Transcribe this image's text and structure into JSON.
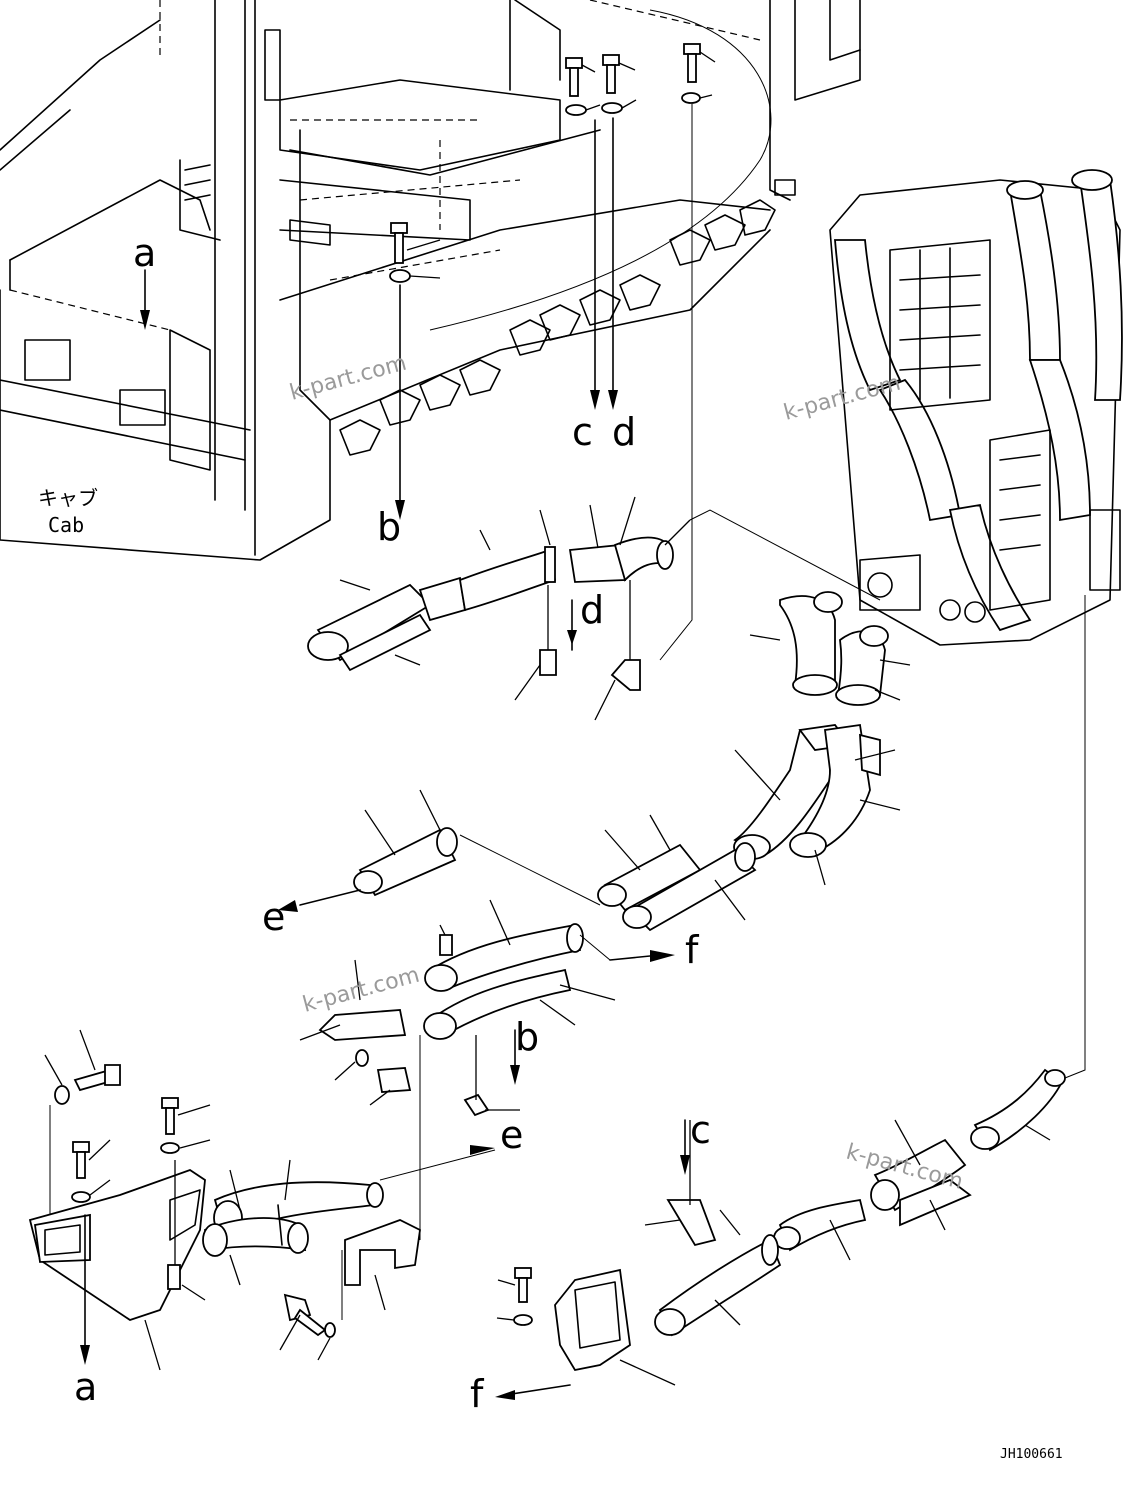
{
  "cab_label": {
    "japanese": "キャブ",
    "english": "Cab"
  },
  "callout_letters": {
    "a_top": "a",
    "b_top": "b",
    "c_top": "c",
    "d_top": "d",
    "d_mid": "d",
    "e_left": "e",
    "f_mid": "f",
    "b_mid": "b",
    "e_mid": "e",
    "c_low": "c",
    "a_bottom": "a",
    "f_bottom": "f"
  },
  "watermarks": [
    "k-part.com",
    "k-part.com",
    "k-part.com",
    "k-part.com"
  ],
  "drawing_number": "JH100661"
}
